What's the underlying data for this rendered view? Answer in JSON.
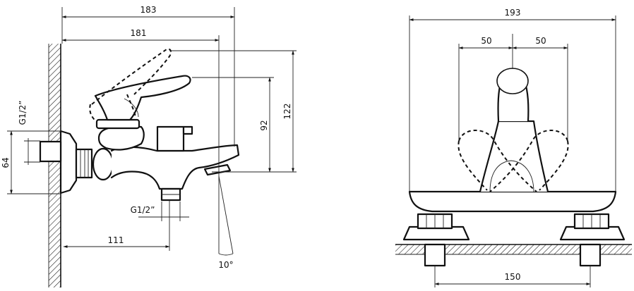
{
  "side_view": {
    "dim_overall_length": "183",
    "dim_spout_length": "181",
    "dim_height_total": "122",
    "dim_height_body": "92",
    "dim_inlet_height": "64",
    "dim_inlet_thread": "G1/2”",
    "dim_outlet_thread": "G1/2”",
    "dim_outlet_offset": "111",
    "dim_spout_angle": "10°"
  },
  "front_view": {
    "dim_overall_width": "193",
    "dim_handle_left": "50",
    "dim_handle_right": "50",
    "dim_inlet_spacing": "150"
  }
}
